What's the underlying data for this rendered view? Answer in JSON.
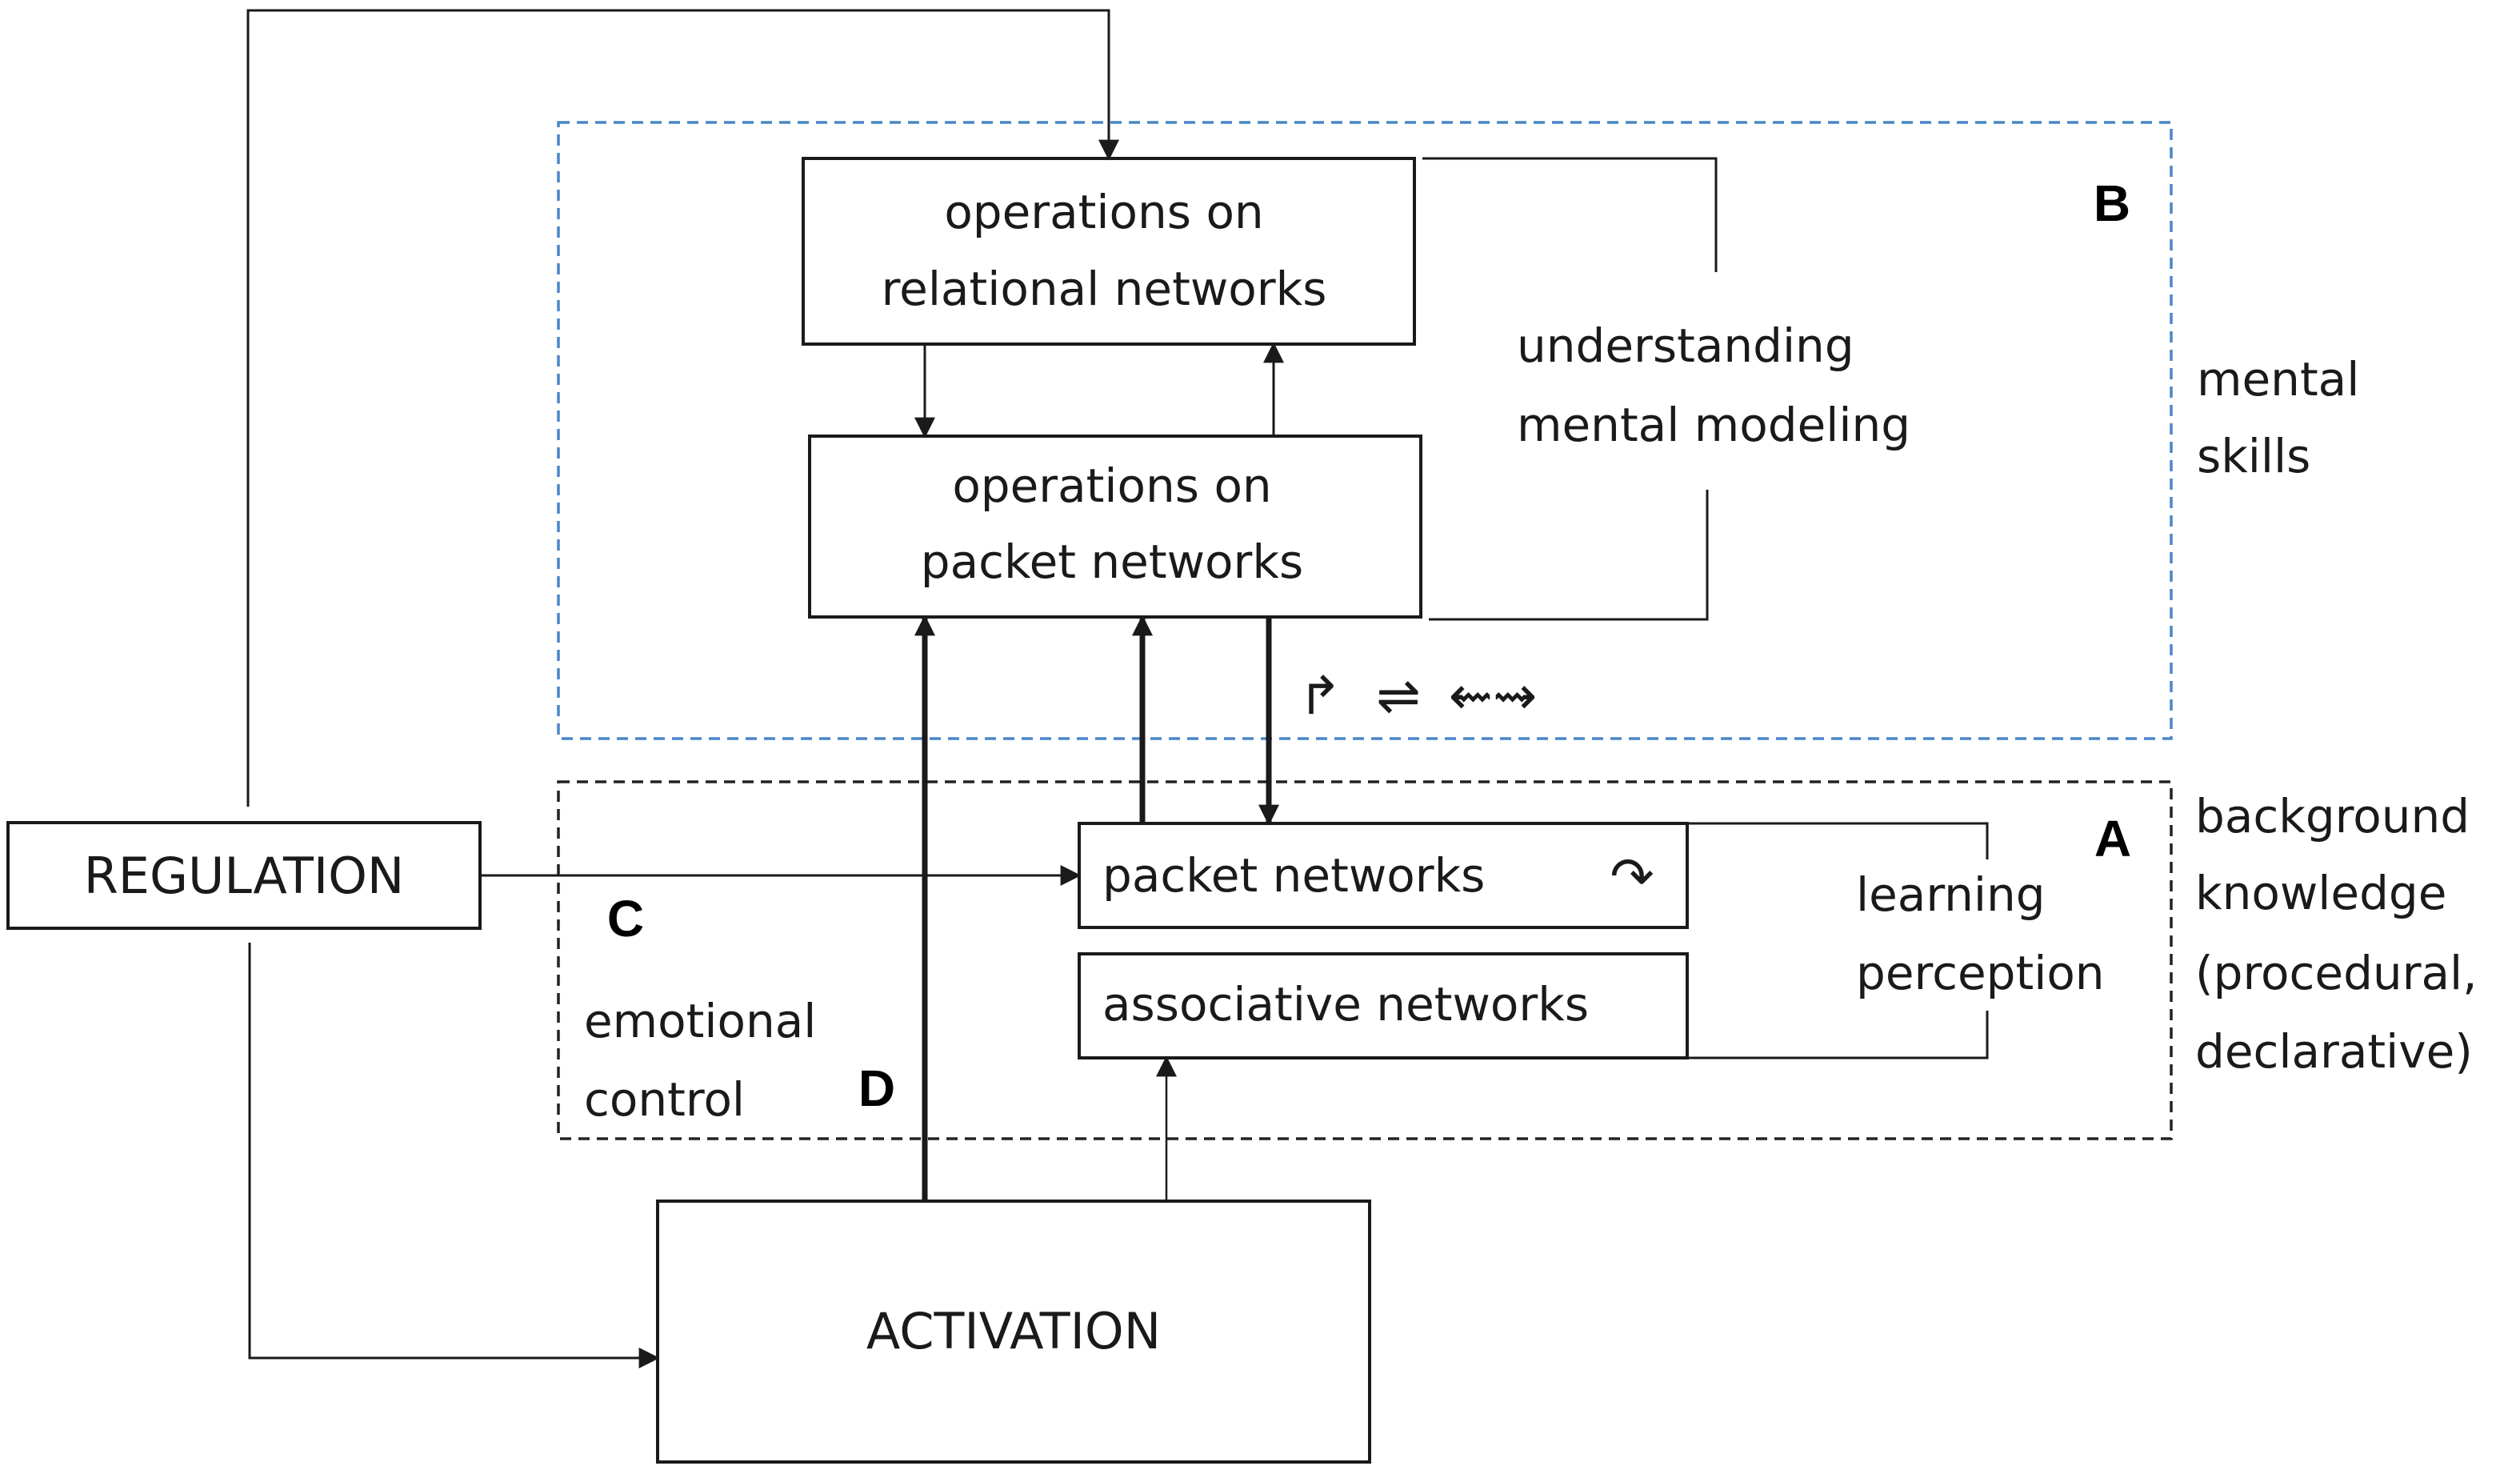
{
  "regions": {
    "b_letter": "B",
    "a_letter": "A",
    "c_letter": "C",
    "d_letter": "D"
  },
  "boxes": {
    "relational_ops": [
      "operations  on",
      "relational networks"
    ],
    "packet_ops": [
      "operations on",
      "packet networks"
    ],
    "packet_networks": "packet networks",
    "associative_networks": "associative networks",
    "regulation": "REGULATION",
    "activation": "ACTIVATION"
  },
  "labels": {
    "understanding": [
      "understanding",
      "mental  modeling"
    ],
    "mental_skills": [
      "mental",
      "skills"
    ],
    "learning": [
      "learning",
      "perception"
    ],
    "background_knowledge": [
      "background",
      "knowledge",
      "(procedural,",
      "declarative)"
    ],
    "emotional_control": [
      "emotional",
      "control"
    ]
  },
  "symbols": {
    "packet_cycle": "↷",
    "operations": [
      "↱",
      "⇌",
      "⇜⇝"
    ]
  },
  "colors": {
    "region_b_border": "#4a86c8",
    "region_a_border": "#222222",
    "line": "#1a1a1a"
  }
}
